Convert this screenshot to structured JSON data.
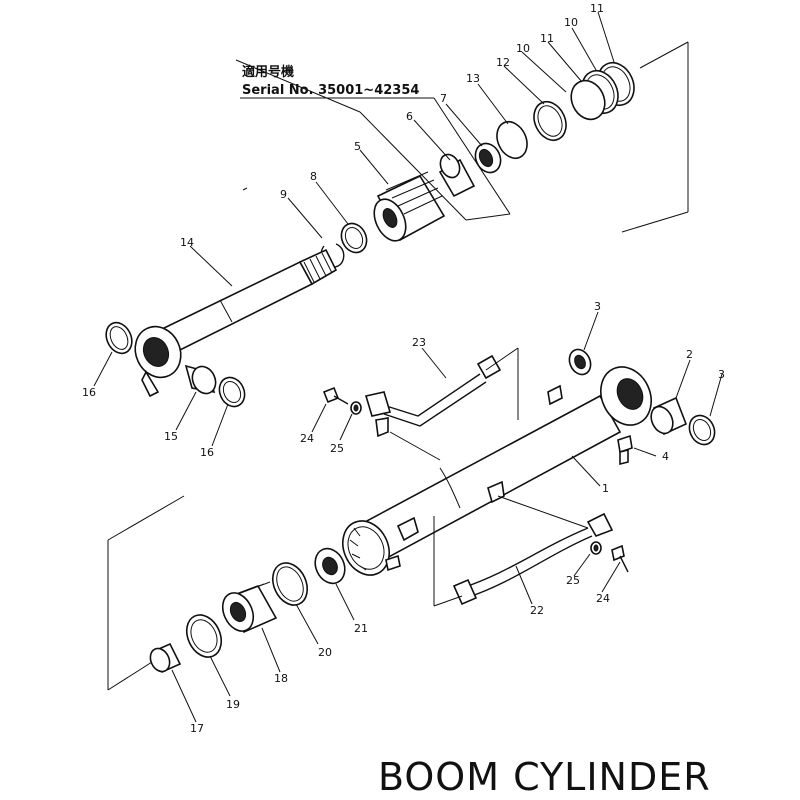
{
  "title": "BOOM CYLINDER",
  "serial_note": {
    "line1": "適用号機",
    "line2": "Serial No. 35001~42354"
  },
  "labels": [
    {
      "id": "l11a",
      "text": "11"
    },
    {
      "id": "l10a",
      "text": "10"
    },
    {
      "id": "l11b",
      "text": "11"
    },
    {
      "id": "l10b",
      "text": "10"
    },
    {
      "id": "l12",
      "text": "12"
    },
    {
      "id": "l13",
      "text": "13"
    },
    {
      "id": "l7",
      "text": "7"
    },
    {
      "id": "l6",
      "text": "6"
    },
    {
      "id": "l5",
      "text": "5"
    },
    {
      "id": "l8",
      "text": "8"
    },
    {
      "id": "l9",
      "text": "9"
    },
    {
      "id": "l14",
      "text": "14"
    },
    {
      "id": "l16a",
      "text": "16"
    },
    {
      "id": "l15",
      "text": "15"
    },
    {
      "id": "l16b",
      "text": "16"
    },
    {
      "id": "l23",
      "text": "23"
    },
    {
      "id": "l24a",
      "text": "24"
    },
    {
      "id": "l25a",
      "text": "25"
    },
    {
      "id": "l3a",
      "text": "3"
    },
    {
      "id": "l2",
      "text": "2"
    },
    {
      "id": "l3b",
      "text": "3"
    },
    {
      "id": "l4",
      "text": "4"
    },
    {
      "id": "l1",
      "text": "1"
    },
    {
      "id": "l25b",
      "text": "25"
    },
    {
      "id": "l24b",
      "text": "24"
    },
    {
      "id": "l22",
      "text": "22"
    },
    {
      "id": "l21",
      "text": "21"
    },
    {
      "id": "l20",
      "text": "20"
    },
    {
      "id": "l18",
      "text": "18"
    },
    {
      "id": "l19",
      "text": "19"
    },
    {
      "id": "l17",
      "text": "17"
    }
  ]
}
